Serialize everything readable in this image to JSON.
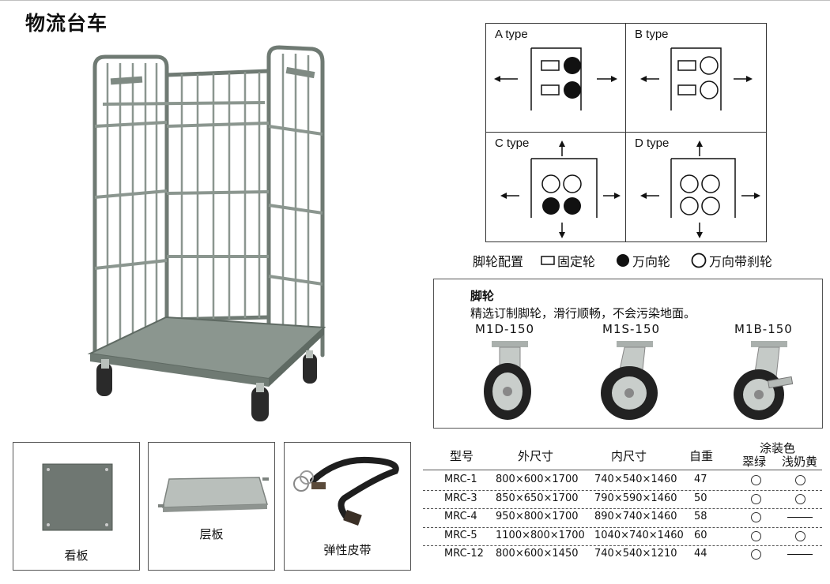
{
  "title": "物流台车",
  "config": {
    "cells": [
      {
        "label": "A type",
        "key": "a"
      },
      {
        "label": "B type",
        "key": "b"
      },
      {
        "label": "C type",
        "key": "c"
      },
      {
        "label": "D type",
        "key": "d"
      }
    ],
    "legend": {
      "title": "脚轮配置",
      "fixed": "固定轮",
      "swivel": "万向轮",
      "swivel_brake": "万向带刹轮"
    }
  },
  "casters": {
    "heading": "脚轮",
    "description": "精选订制脚轮，滑行顺畅，不会污染地面。",
    "models": [
      "M1D-150",
      "M1S-150",
      "M1B-150"
    ]
  },
  "accessories": [
    "看板",
    "层板",
    "弹性皮带"
  ],
  "spec_table": {
    "headers": {
      "model": "型号",
      "outer": "外尺寸",
      "inner": "内尺寸",
      "weight": "自重",
      "color_group": "涂装色",
      "color1": "翠绿",
      "color2": "浅奶黄"
    },
    "rows": [
      {
        "model": "MRC-1",
        "outer": "800×600×1700",
        "inner": "740×540×1460",
        "weight": "47",
        "c1": "○",
        "c2": "○"
      },
      {
        "model": "MRC-3",
        "outer": "850×650×1700",
        "inner": "790×590×1460",
        "weight": "50",
        "c1": "○",
        "c2": "○"
      },
      {
        "model": "MRC-4",
        "outer": "950×800×1700",
        "inner": "890×740×1460",
        "weight": "58",
        "c1": "○",
        "c2": "—"
      },
      {
        "model": "MRC-5",
        "outer": "1100×800×1700",
        "inner": "1040×740×1460",
        "weight": "60",
        "c1": "○",
        "c2": "○"
      },
      {
        "model": "MRC-12",
        "outer": "800×600×1450",
        "inner": "740×540×1210",
        "weight": "44",
        "c1": "○",
        "c2": "—"
      }
    ]
  },
  "colors": {
    "frame": "#8f9a93",
    "frame_dark": "#5f6a63",
    "wheel": "#2a2a2a"
  }
}
